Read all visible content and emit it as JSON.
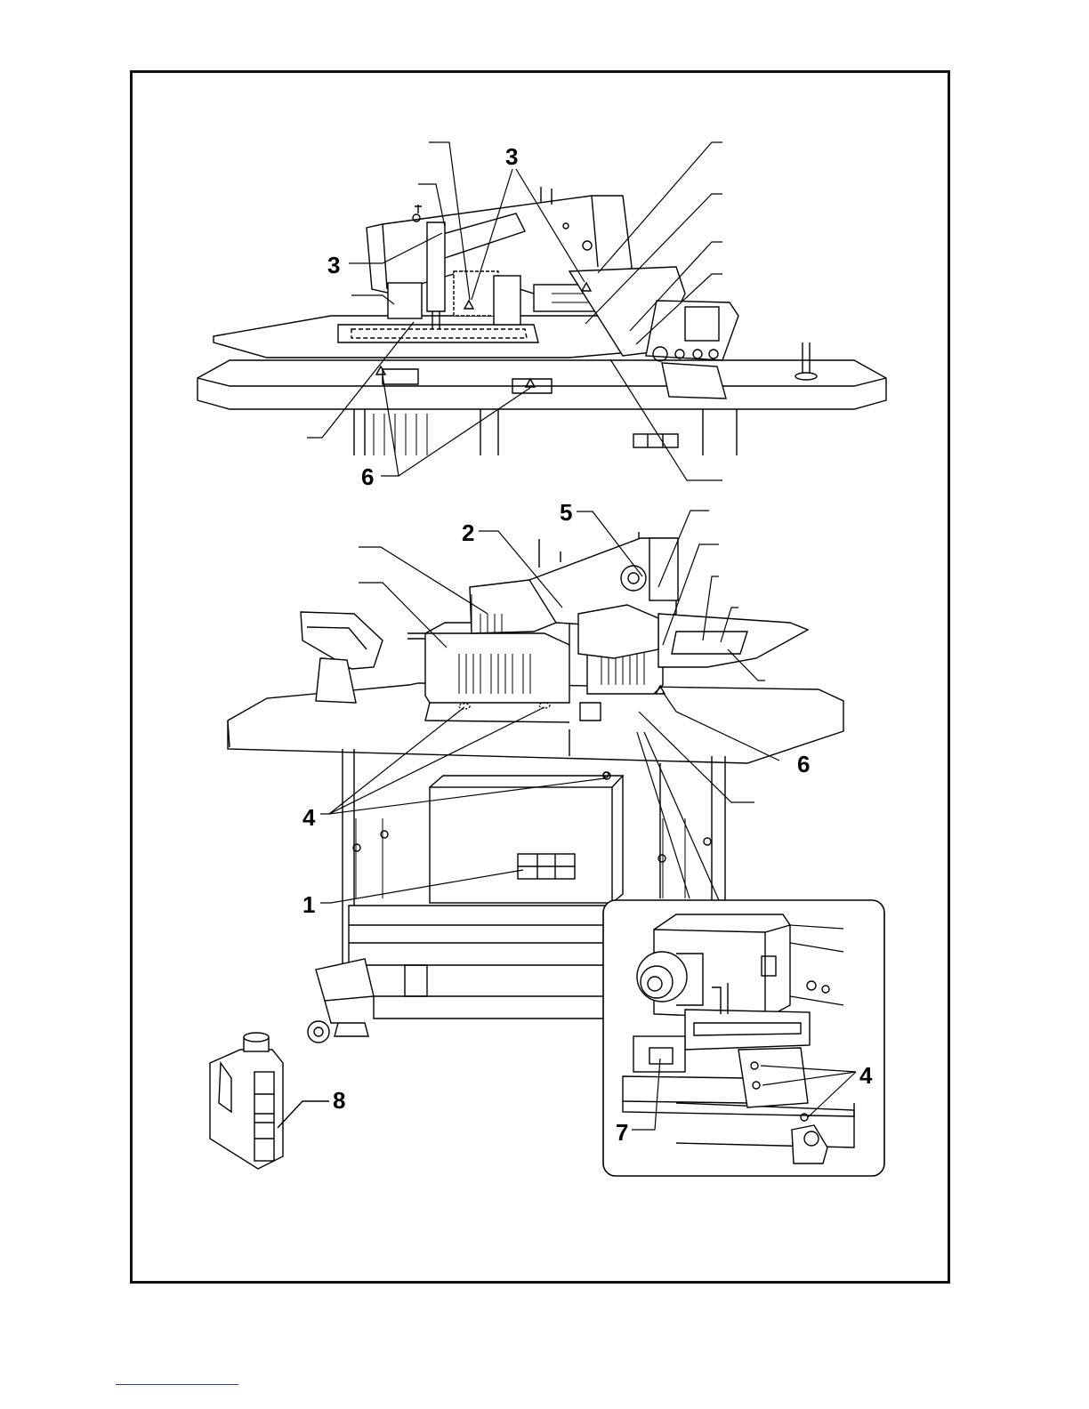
{
  "figure": {
    "callouts": {
      "top_3_a": "3",
      "top_3_b": "3",
      "top_6": "6",
      "mid_5": "5",
      "mid_2": "2",
      "mid_6": "6",
      "mid_4": "4",
      "mid_1": "1",
      "bottle_8": "8",
      "inset_4": "4",
      "inset_7": "7"
    },
    "warning_marks": "triangle",
    "ink_color": "#000000",
    "frame_color": "#111111",
    "footer_rule_color": "#2a3ea8"
  }
}
